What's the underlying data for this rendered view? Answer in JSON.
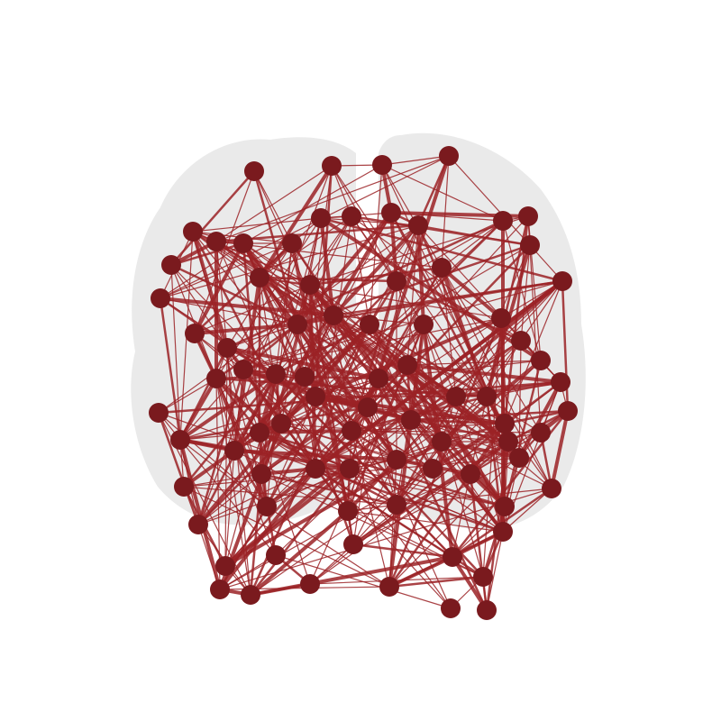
{
  "graph": {
    "style": {
      "edge_color": "#9b2226",
      "node_color": "#7a1a1e",
      "brain_outline_color": "#d9d9d9",
      "background": "#ffffff"
    },
    "nodes": [
      "n01",
      "n02",
      "n03",
      "n04",
      "n05",
      "n06",
      "n07",
      "n08",
      "n09",
      "n10",
      "n11",
      "n12",
      "n13",
      "n14",
      "n15",
      "n16",
      "n17",
      "n18",
      "n19",
      "n20",
      "n21",
      "n22",
      "n23",
      "n24",
      "n25",
      "n26",
      "n27",
      "n28",
      "n29",
      "n30",
      "n31",
      "n32",
      "n33",
      "n34",
      "n35",
      "n36",
      "n37",
      "n38",
      "n39",
      "n40",
      "n41",
      "n42",
      "n43",
      "n44",
      "n45",
      "n46",
      "n47",
      "n48",
      "n49",
      "n50",
      "n51",
      "n52",
      "n53",
      "n54",
      "n55",
      "n56",
      "n57",
      "n58",
      "n59",
      "n60",
      "n61",
      "n62",
      "n63",
      "n64",
      "n65",
      "n66",
      "n67",
      "n68",
      "n69",
      "n70",
      "n71",
      "n72",
      "n73",
      "n74",
      "n75",
      "n76",
      "n77",
      "n78",
      "n79",
      "n80"
    ]
  }
}
